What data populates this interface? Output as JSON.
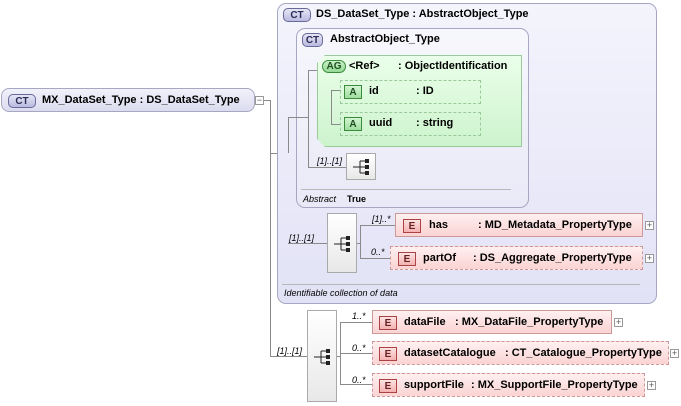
{
  "root": {
    "badge": "CT",
    "label": "MX_DataSet_Type : DS_DataSet_Type",
    "collapse": "−"
  },
  "ds_dataset": {
    "badge": "CT",
    "label": "DS_DataSet_Type : AbstractObject_Type",
    "note": "Identifiable collection of data"
  },
  "abstract_object": {
    "badge": "CT",
    "label": "AbstractObject_Type",
    "attr_group": {
      "badge": "AG",
      "name": "<Ref>",
      "type": ": ObjectIdentification",
      "attributes": [
        {
          "badge": "A",
          "name": "id",
          "type": ": ID"
        },
        {
          "badge": "A",
          "name": "uuid",
          "type": ": string"
        }
      ]
    },
    "seq_card": "[1]..[1]",
    "abstract_label": "Abstract",
    "abstract_value": "True"
  },
  "ds_sequence": {
    "card": "[1]..[1]",
    "elements": [
      {
        "badge": "E",
        "name": "has",
        "type": ": MD_Metadata_PropertyType",
        "card": "[1]..*"
      },
      {
        "badge": "E",
        "name": "partOf",
        "type": ": DS_Aggregate_PropertyType",
        "card": "0..*"
      }
    ]
  },
  "mx_sequence": {
    "card": "[1]..[1]",
    "elements": [
      {
        "badge": "E",
        "name": "dataFile",
        "type": ": MX_DataFile_PropertyType",
        "card": "1..*"
      },
      {
        "badge": "E",
        "name": "datasetCatalogue",
        "type": ": CT_Catalogue_PropertyType",
        "card": "0..*"
      },
      {
        "badge": "E",
        "name": "supportFile",
        "type": ": MX_SupportFile_PropertyType",
        "card": "0..*"
      }
    ]
  },
  "expand_symbol": "+"
}
